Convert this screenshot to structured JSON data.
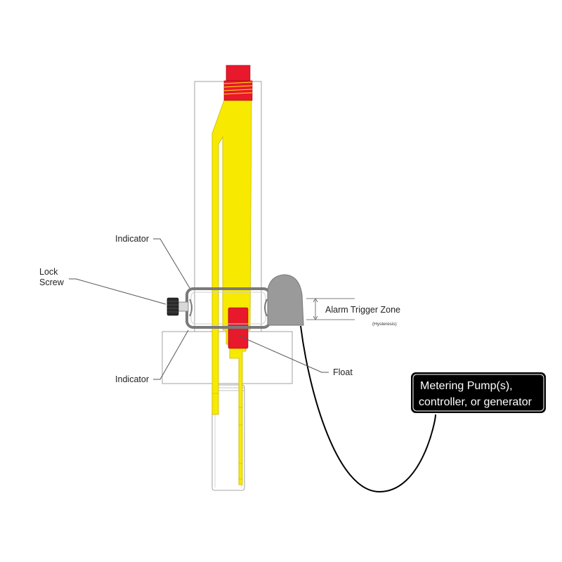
{
  "labels": {
    "indicator_top": "Indicator",
    "lock_screw_line1": "Lock",
    "lock_screw_line2": "Screw",
    "alarm_zone": "Alarm Trigger Zone",
    "hysteresis": "(Hysteresis)",
    "indicator_bottom": "Indicator",
    "float": "Float"
  },
  "output_box": {
    "line1": "Metering Pump(s),",
    "line2": "controller, or generator"
  },
  "colors": {
    "flow_tube": "#f7ea00",
    "fitting": "#e8192c",
    "float": "#e8192c",
    "switch_housing": "#9a9a9a",
    "output_box": "#000000",
    "outline": "#8a8a8a",
    "cable": "#000000"
  }
}
